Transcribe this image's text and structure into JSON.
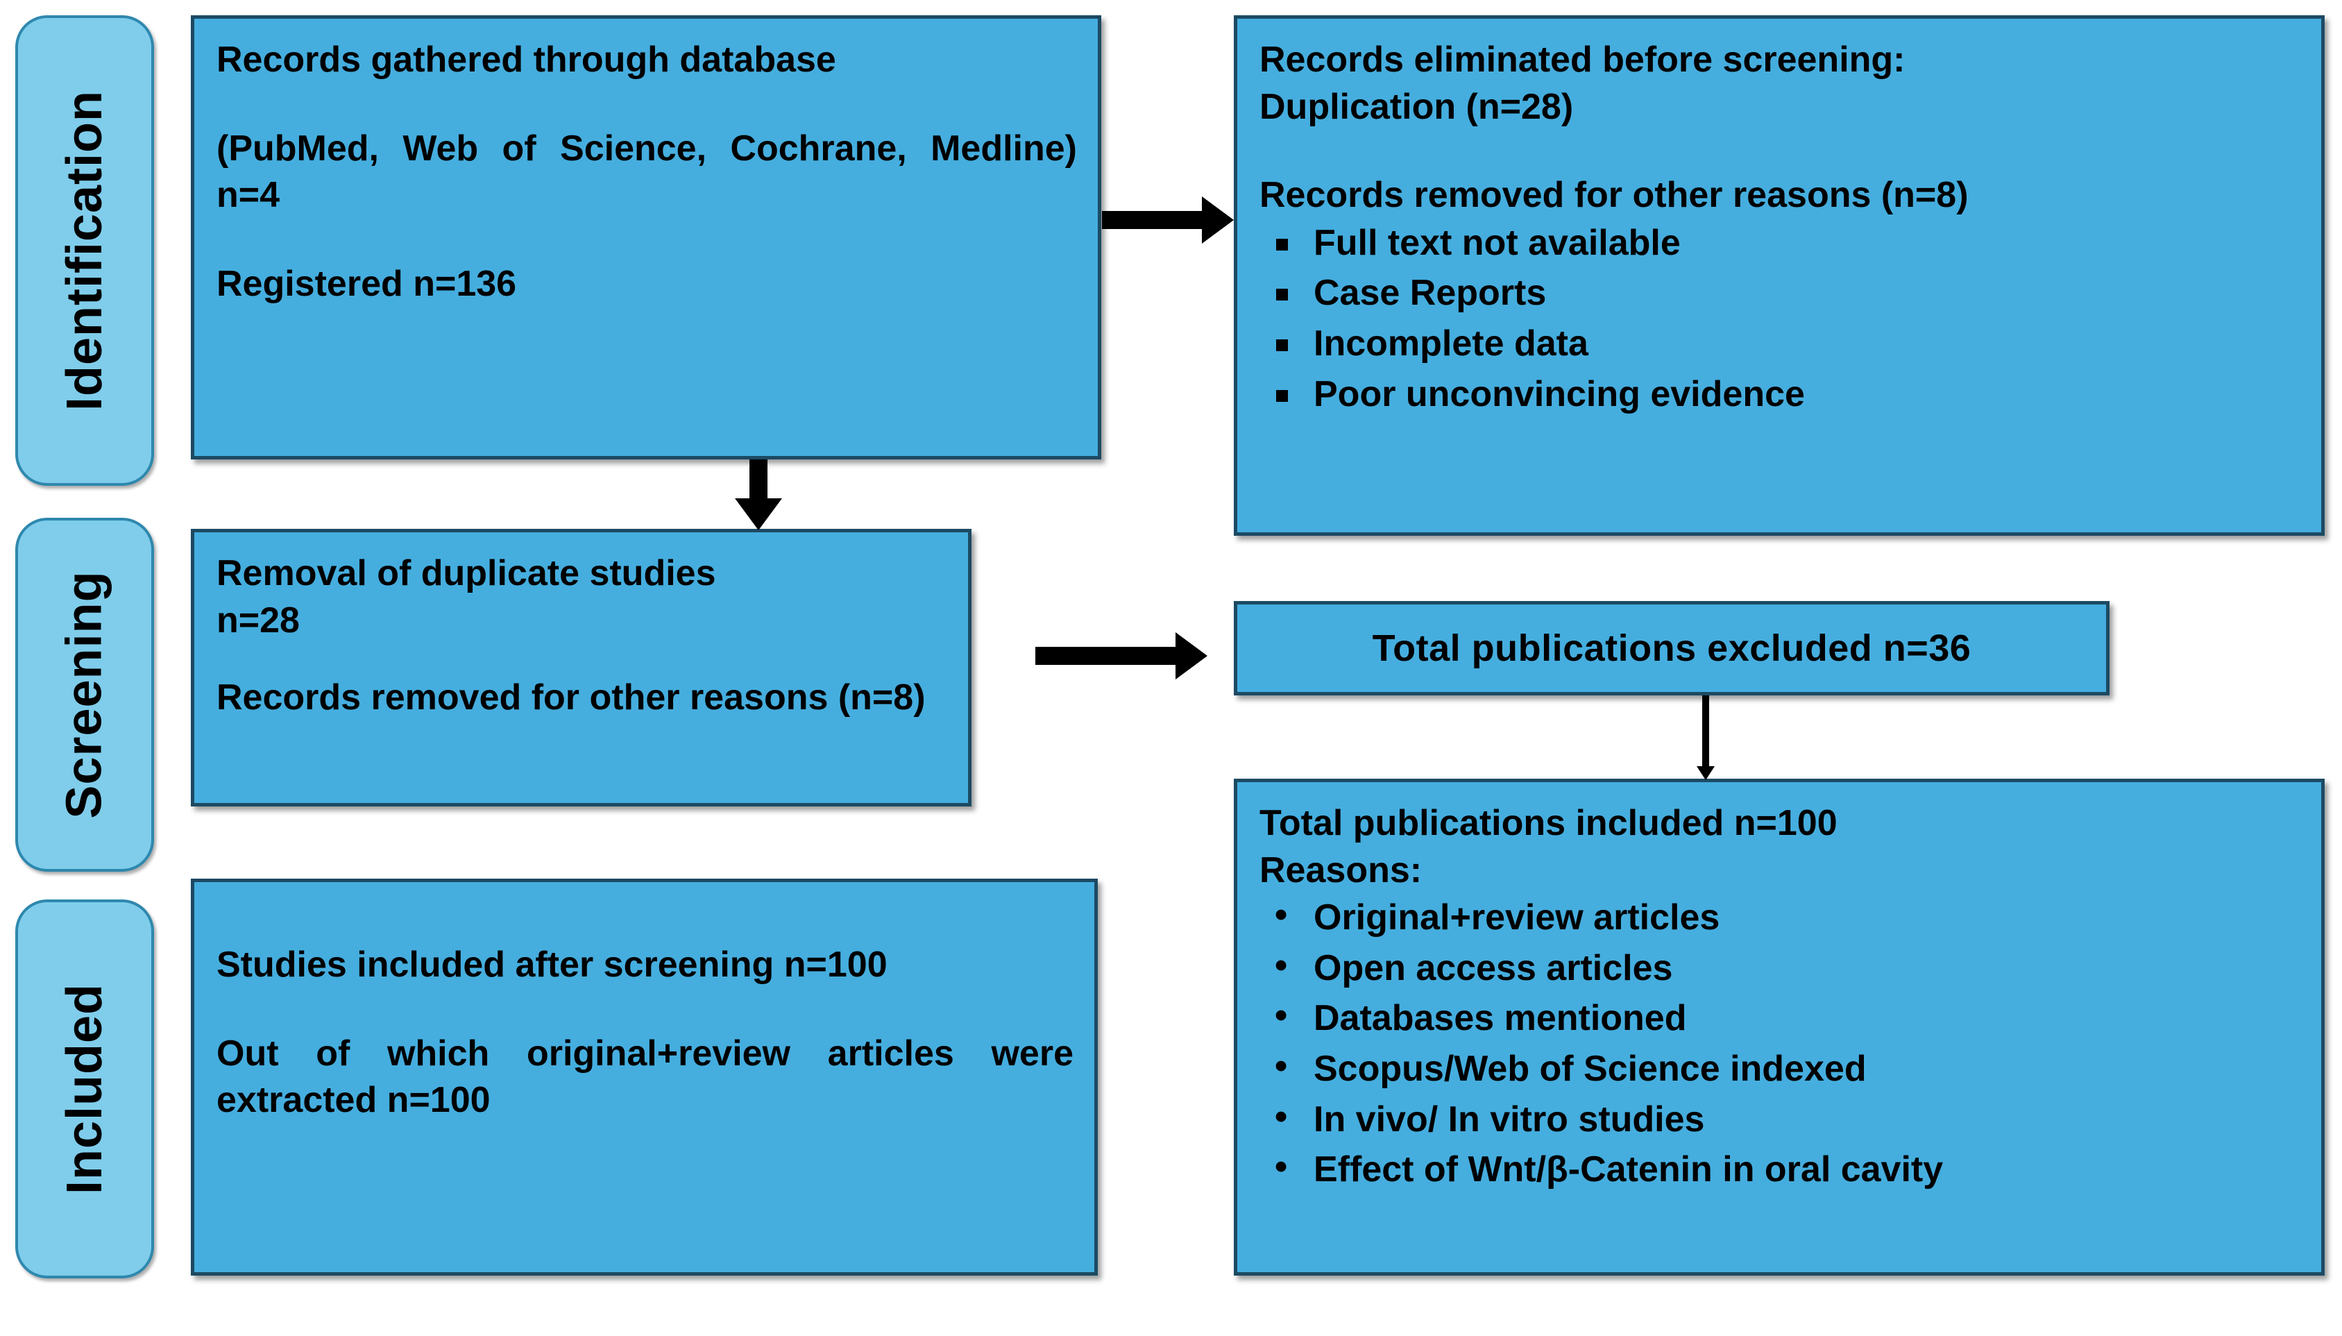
{
  "diagram": {
    "type": "prisma-flow-diagram",
    "stages": [
      {
        "key": "identification",
        "label": "Identification"
      },
      {
        "key": "screening",
        "label": "Screening"
      },
      {
        "key": "included",
        "label": "Included"
      }
    ]
  },
  "identification": {
    "records_box": {
      "line1": "Records gathered through database",
      "line2": "(PubMed, Web of Science, Cochrane, Medline) n=4",
      "line3": "Registered n=136"
    },
    "eliminated_box": {
      "heading1": "Records eliminated before screening:",
      "heading1_detail": "Duplication  (n=28)",
      "heading2": "Records removed for other reasons (n=8)",
      "reasons": [
        "Full  text not available",
        "Case Reports",
        "Incomplete data",
        "Poor unconvincing evidence"
      ]
    }
  },
  "screening": {
    "duplicates_box": {
      "line1": "Removal of duplicate studies",
      "line2": "n=28",
      "line3": "Records removed for other reasons (n=8)"
    },
    "excluded_box": {
      "text": "Total  publications  excluded n=36"
    }
  },
  "included": {
    "studies_box": {
      "line1": "Studies included after screening n=100",
      "line2": "Out of which original+review articles were extracted n=100"
    },
    "publications_box": {
      "heading": "Total publications  included n=100",
      "subheading": "Reasons:",
      "reasons": [
        "Original+review articles",
        "Open access articles",
        "Databases  mentioned",
        "Scopus/Web of Science indexed",
        "In vivo/ In vitro studies",
        "Effect of Wnt/β-Catenin in oral cavity"
      ]
    }
  },
  "colors": {
    "box_fill": "#45AEDF",
    "box_border": "#1C4A63",
    "pill_fill": "#7FCDEB",
    "pill_border": "#2E88AE",
    "arrow": "#000000",
    "text": "#000000",
    "background": "#FFFFFF"
  },
  "connectors": [
    {
      "name": "records-to-eliminated",
      "direction": "right",
      "style": "thick"
    },
    {
      "name": "records-to-duplicates",
      "direction": "down",
      "style": "thick"
    },
    {
      "name": "duplicates-to-excluded",
      "direction": "right",
      "style": "thick"
    },
    {
      "name": "excluded-to-publications",
      "direction": "down",
      "style": "thin"
    }
  ]
}
